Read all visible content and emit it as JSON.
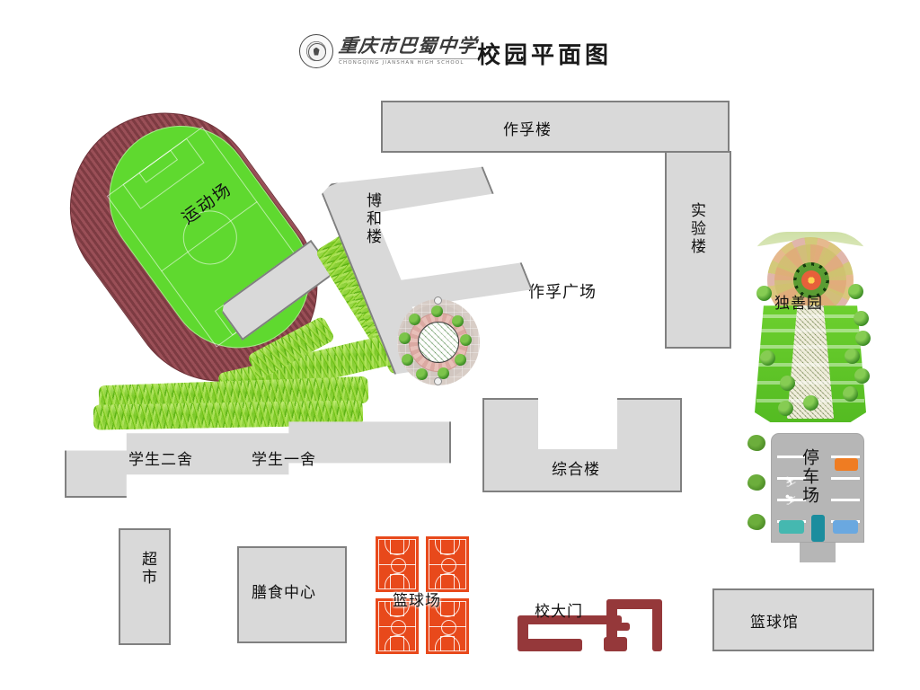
{
  "header": {
    "logo_cn": "重庆市巴蜀中学",
    "logo_en": "CHONGQING JIANSHAN HIGH SCHOOL",
    "logo_icon": "school-seal-icon",
    "title": "校园平面图"
  },
  "map": {
    "buildings": [
      {
        "id": "zuofu-lou",
        "label": "作孚楼",
        "orientation": "horizontal"
      },
      {
        "id": "shiyan-lou",
        "label": "实验楼",
        "orientation": "vertical"
      },
      {
        "id": "bohe-lou",
        "label": "博和楼",
        "orientation": "vertical"
      },
      {
        "id": "zonghe-lou",
        "label": "综合楼",
        "orientation": "horizontal"
      },
      {
        "id": "xuesheng-ershe",
        "label": "学生二舍",
        "orientation": "horizontal"
      },
      {
        "id": "xuesheng-yishe",
        "label": "学生一舍",
        "orientation": "horizontal"
      },
      {
        "id": "chaoshi",
        "label": "超市",
        "orientation": "vertical"
      },
      {
        "id": "shanshi-zhongxin",
        "label": "膳食中心",
        "orientation": "horizontal"
      },
      {
        "id": "lanqiu-guan",
        "label": "篮球馆",
        "orientation": "horizontal"
      }
    ],
    "areas": [
      {
        "id": "yundong-chang",
        "label": "运动场",
        "kind": "track-field"
      },
      {
        "id": "zuofu-guangchang",
        "label": "作孚广场",
        "kind": "plaza"
      },
      {
        "id": "dushan-yuan",
        "label": "独善园",
        "kind": "garden"
      },
      {
        "id": "tingche-chang",
        "label": "停车场",
        "kind": "parking"
      },
      {
        "id": "lanqiu-chang",
        "label": "篮球场",
        "kind": "basketball-courts",
        "court_count": 4
      },
      {
        "id": "xiao-damen",
        "label": "校大门",
        "kind": "gate"
      }
    ],
    "colors": {
      "building_fill": "#d9d9d9",
      "building_stroke": "#808080",
      "track": "#8b4149",
      "field": "#5fd92f",
      "court": "#e8491b",
      "gate": "#95383a",
      "grass": "#82c53a",
      "parking": "#b6b6b6",
      "background": "#ffffff"
    },
    "parking_vehicles": [
      {
        "id": "car-orange",
        "color": "#ef7c22"
      },
      {
        "id": "car-teal",
        "color": "#45b8b0"
      },
      {
        "id": "car-darkteal",
        "color": "#1b8d9e"
      },
      {
        "id": "car-blue",
        "color": "#6aa8e0"
      }
    ]
  }
}
